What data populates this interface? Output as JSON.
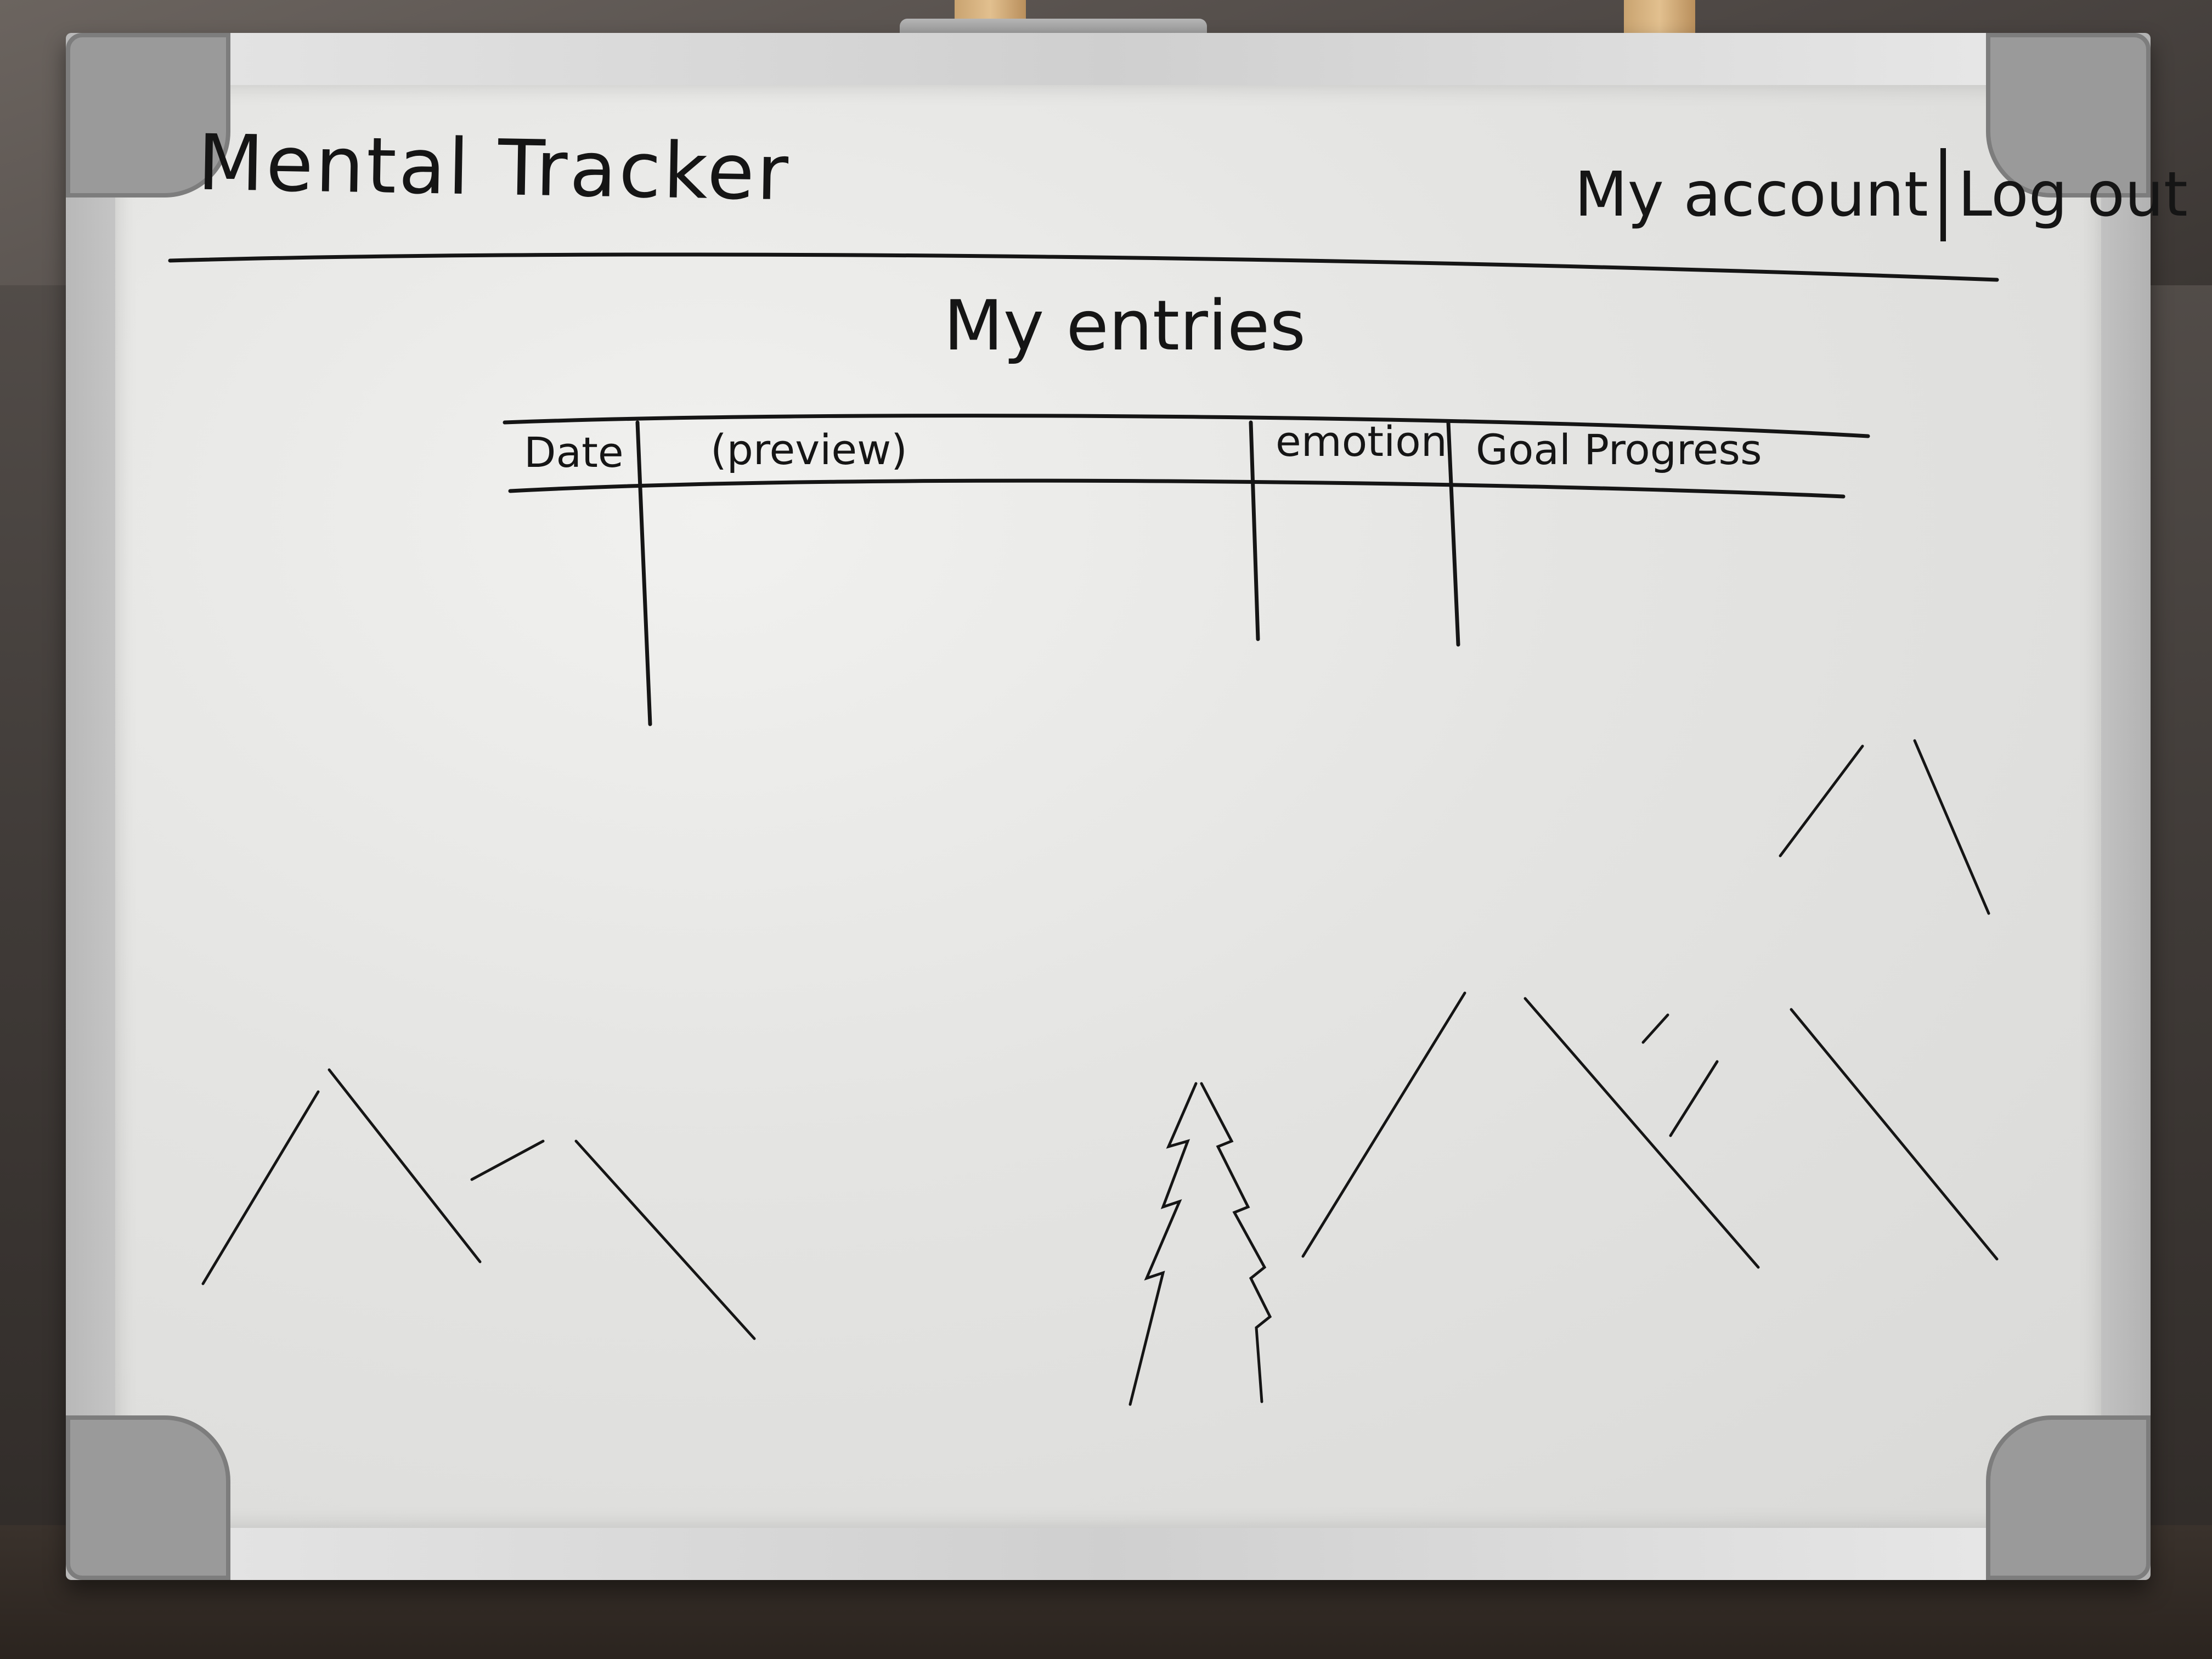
{
  "app": {
    "title": "Mental Tracker"
  },
  "header_nav": {
    "my_account": "My account",
    "log_out": "Log out"
  },
  "page": {
    "heading": "My entries"
  },
  "entries_table": {
    "columns": [
      "Date",
      "(preview)",
      "emotion",
      "Goal Progress"
    ]
  }
}
